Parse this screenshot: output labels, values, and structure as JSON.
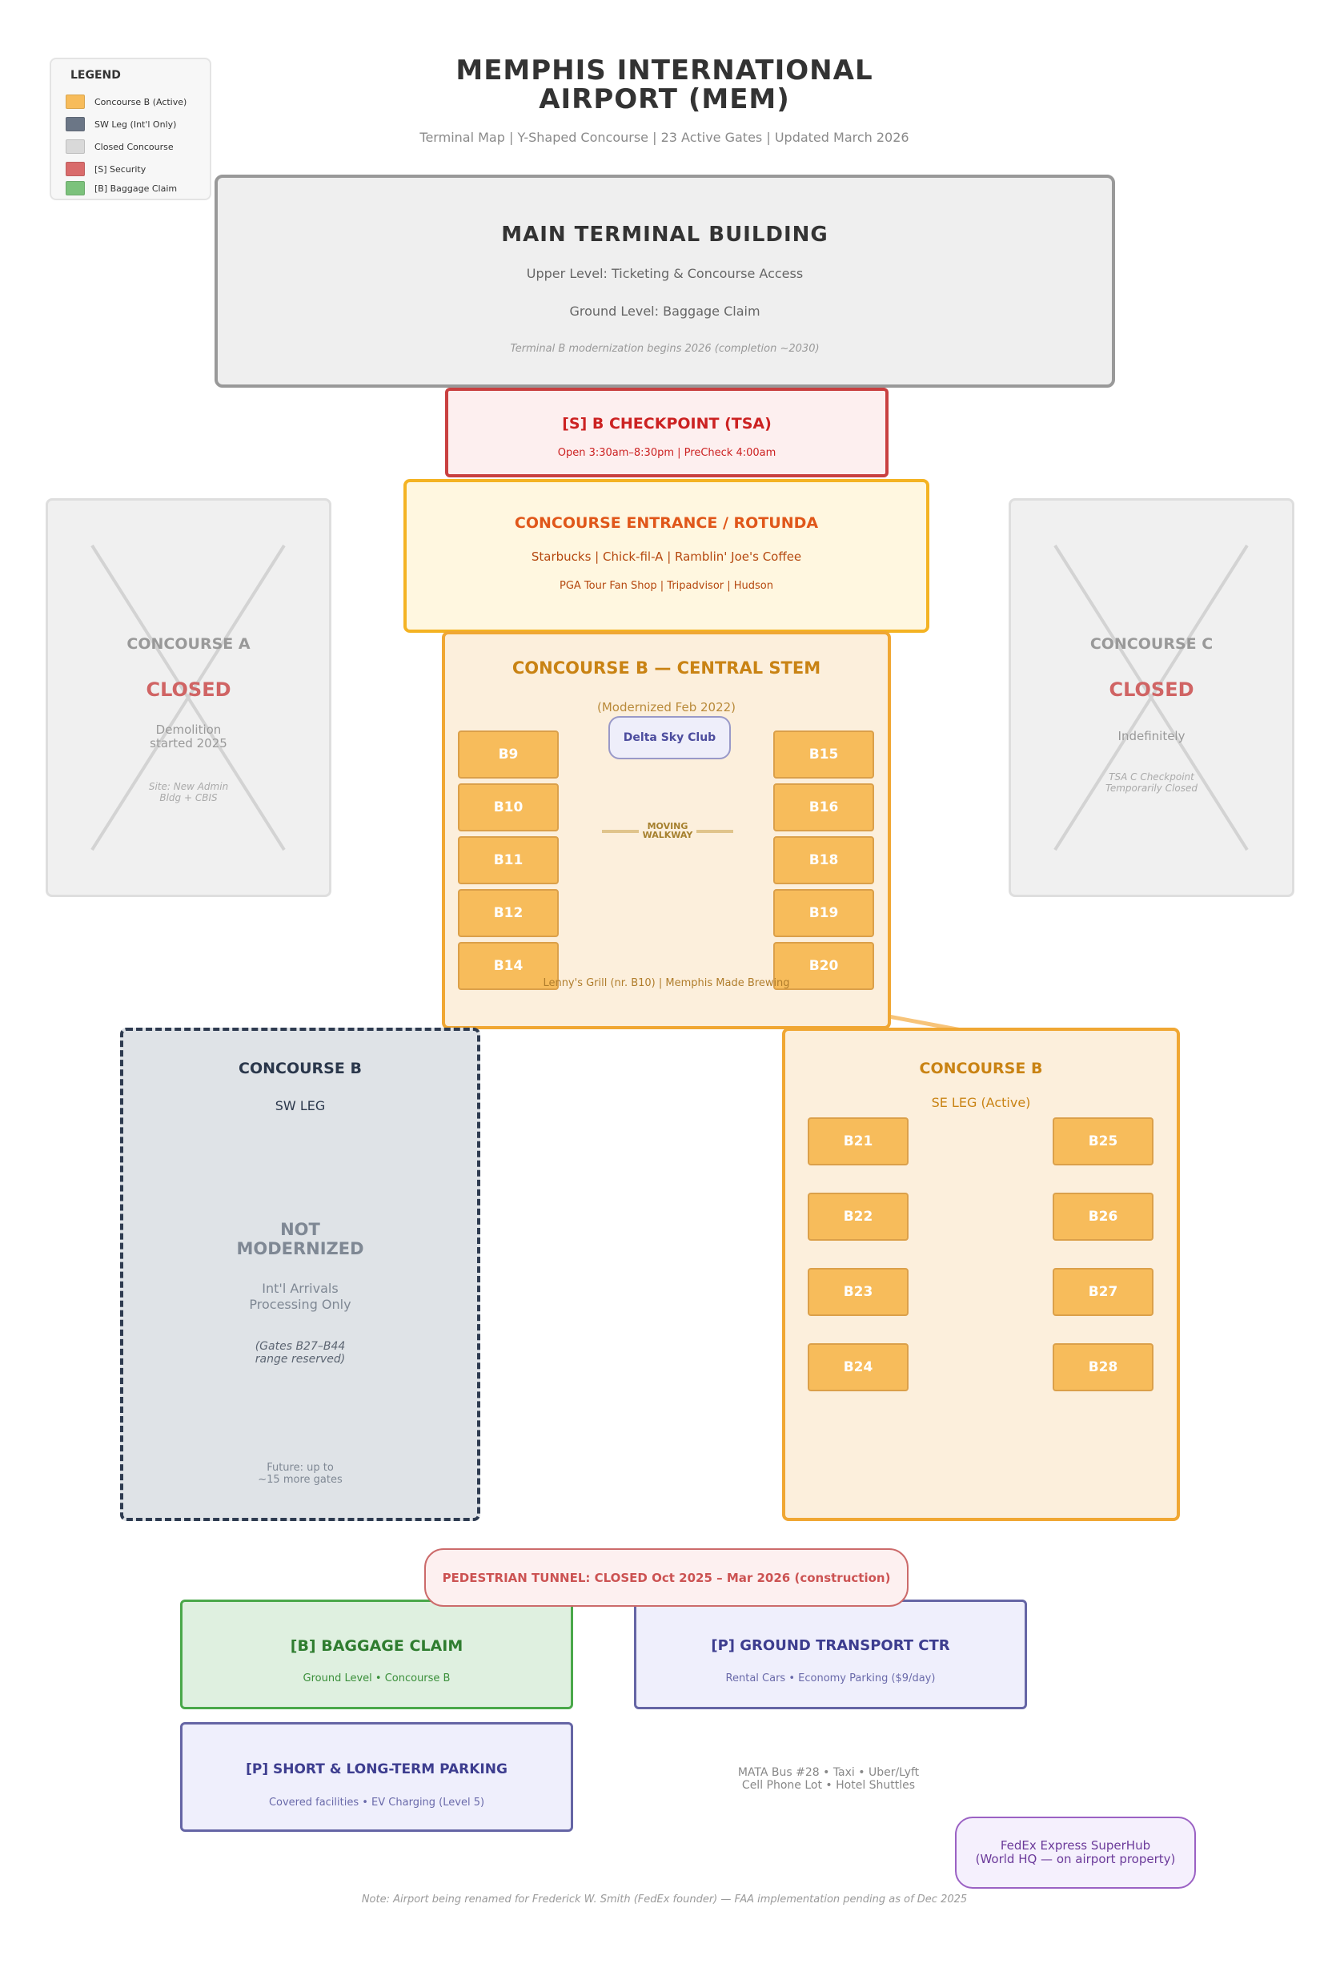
{
  "legend": {
    "title": "LEGEND",
    "items": [
      {
        "label": "Concourse B (Active)",
        "color": "#f7bc5b"
      },
      {
        "label": "SW Leg (Int'l Only)",
        "color": "#6b7686"
      },
      {
        "label": "Closed Concourse",
        "color": "#d9d9d9"
      },
      {
        "label": "[S] Security",
        "color": "#d96b6b"
      },
      {
        "label": "[B] Baggage Claim",
        "color": "#7cc27c"
      }
    ]
  },
  "header": {
    "title_line1": "MEMPHIS INTERNATIONAL",
    "title_line2": "AIRPORT (MEM)",
    "subtitle": "Terminal Map  |  Y-Shaped Concourse  |  23 Active Gates  |  Updated March 2026"
  },
  "main_terminal": {
    "title": "MAIN TERMINAL BUILDING",
    "upper": "Upper Level: Ticketing & Concourse Access",
    "ground": "Ground Level: Baggage Claim",
    "note": "Terminal B modernization begins 2026 (completion ~2030)"
  },
  "checkpoint": {
    "title": "[S]  B CHECKPOINT (TSA)",
    "hours": "Open 3:30am–8:30pm  |  PreCheck 4:00am"
  },
  "rotunda": {
    "title": "CONCOURSE ENTRANCE / ROTUNDA",
    "line1": "Starbucks  |  Chick-fil-A  |  Ramblin' Joe's Coffee",
    "line2": "PGA Tour Fan Shop  |  Tripadvisor  |  Hudson"
  },
  "concourse_a": {
    "name": "CONCOURSE A",
    "status": "CLOSED",
    "detail": "Demolition\nstarted 2025",
    "note": "Site: New Admin\nBldg + CBIS"
  },
  "concourse_c": {
    "name": "CONCOURSE C",
    "status": "CLOSED",
    "detail": "Indefinitely",
    "note": "TSA C Checkpoint\nTemporarily Closed"
  },
  "central_stem": {
    "title": "CONCOURSE B — CENTRAL STEM",
    "subtitle": "(Modernized Feb 2022)",
    "lounge": "Delta Sky Club",
    "walkway": "MOVING\nWALKWAY",
    "left_gates": [
      "B9",
      "B10",
      "B11",
      "B12",
      "B14"
    ],
    "right_gates": [
      "B15",
      "B16",
      "B18",
      "B19",
      "B20"
    ],
    "dining": "Lenny's Grill (nr. B10)  |  Memphis Made Brewing"
  },
  "sw_leg": {
    "title": "CONCOURSE B",
    "subtitle": "SW LEG",
    "status": "NOT\nMODERNIZED",
    "use": "Int'l Arrivals\nProcessing Only",
    "reserved": "(Gates B27–B44\nrange reserved)",
    "future": "Future: up to\n~15 more gates"
  },
  "se_leg": {
    "title": "CONCOURSE B",
    "subtitle": "SE LEG (Active)",
    "left_gates": [
      "B21",
      "B22",
      "B23",
      "B24"
    ],
    "right_gates": [
      "B25",
      "B26",
      "B27",
      "B28"
    ]
  },
  "tunnel": "PEDESTRIAN TUNNEL: CLOSED Oct 2025 – Mar 2026 (construction)",
  "baggage": {
    "title": "[B]  BAGGAGE CLAIM",
    "sub": "Ground Level • Concourse B"
  },
  "ground_transport": {
    "title": "[P]  GROUND TRANSPORT CTR",
    "sub": "Rental Cars  •  Economy Parking ($9/day)"
  },
  "parking": {
    "title": "[P]  SHORT & LONG-TERM PARKING",
    "sub": "Covered facilities  •  EV Charging (Level 5)"
  },
  "transit": "MATA Bus #28  •  Taxi  •  Uber/Lyft\nCell Phone Lot  •  Hotel Shuttles",
  "fedex": "FedEx Express SuperHub\n(World HQ — on airport property)",
  "footnote": "Note: Airport being renamed for Frederick W. Smith (FedEx founder) — FAA implementation pending as of Dec 2025"
}
